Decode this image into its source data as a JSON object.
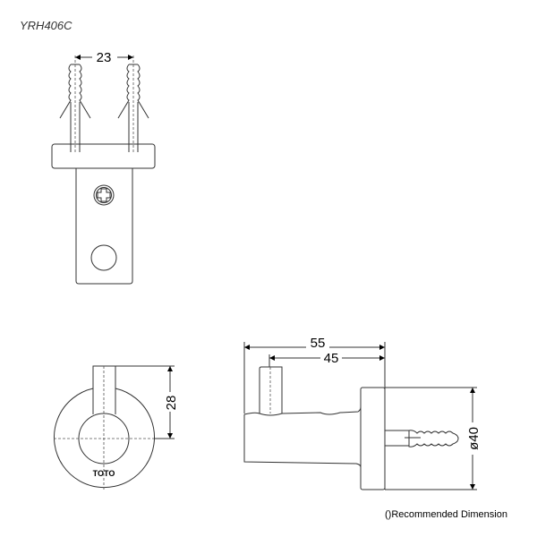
{
  "model_code": "YRH406C",
  "footnote": "()Recommended Dimension",
  "top_view": {
    "anchor_spacing": "23"
  },
  "front_view": {
    "height_dim": "28",
    "logo": "TOTO"
  },
  "side_view": {
    "overall_depth": "55",
    "hook_depth": "45",
    "diameter": "ø40"
  }
}
